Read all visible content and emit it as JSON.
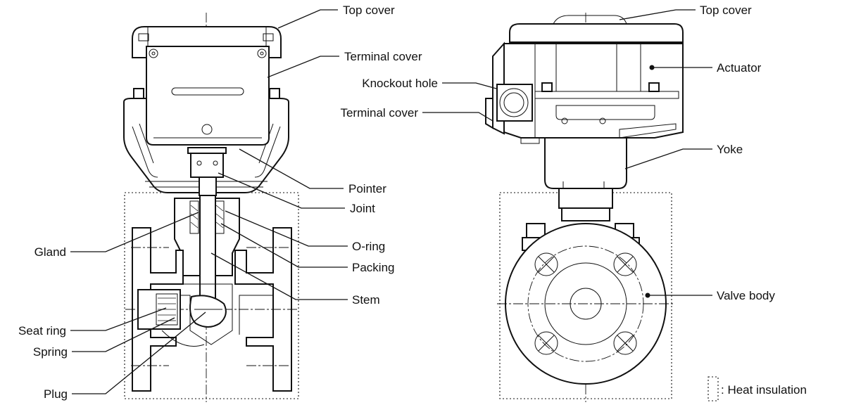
{
  "labels": {
    "top_cover_left": "Top cover",
    "terminal_cover_left": "Terminal cover",
    "pointer": "Pointer",
    "joint": "Joint",
    "gland": "Gland",
    "o_ring": "O-ring",
    "packing": "Packing",
    "stem": "Stem",
    "seat_ring": "Seat ring",
    "spring": "Spring",
    "plug": "Plug",
    "top_cover_right": "Top cover",
    "actuator": "Actuator",
    "knockout_hole": "Knockout hole",
    "terminal_cover_right": "Terminal cover",
    "yoke": "Yoke",
    "valve_body": "Valve body"
  },
  "legend": {
    "heat_insulation": ": Heat insulation"
  }
}
